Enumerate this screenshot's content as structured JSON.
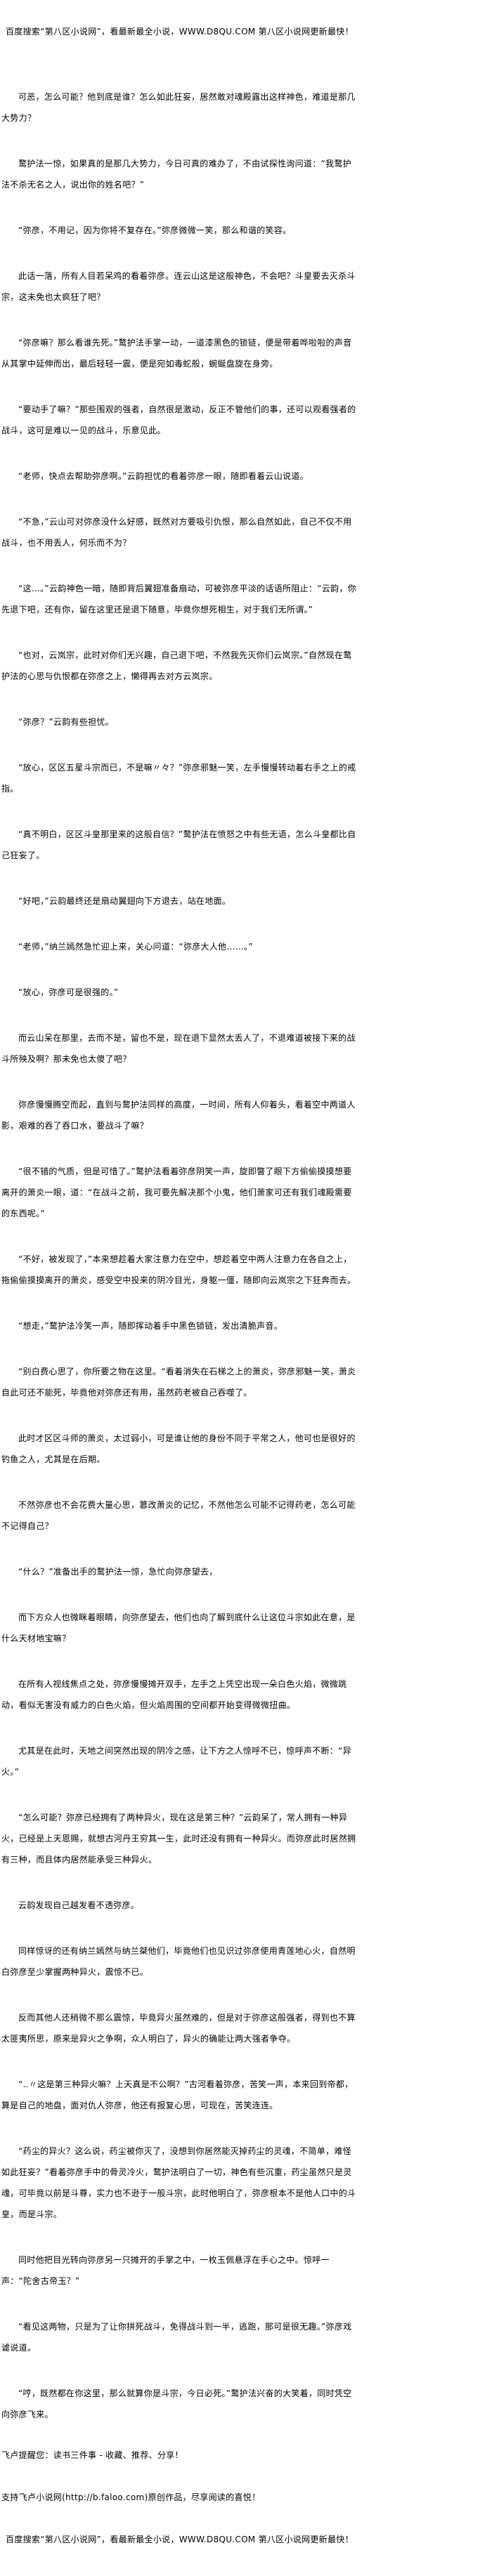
{
  "banner_top": "百度搜索“第八区小说网”，看最新最全小说，WWW.D8QU.COM  第八区小说网更新最快！",
  "paragraphs": [
    "可恶，怎么可能？他到底是谁？怎么如此狂妄，居然敢对魂殿露出这样神色，难道是那几大势力？",
    "鹜护法一惊，如果真的是那几大势力，今日可真的难办了，不由试探性询问道：“我鹜护法不杀无名之人，说出你的姓名吧？”",
    "“弥彦，不用记，因为你将不复存在。”弥彦微微一笑，那么和谐的笑容。",
    "此话一落，所有人目若呆鸡的看着弥彦。连云山这是这般神色，不会吧？斗皇要去灭杀斗宗，这未免也太疯狂了吧？",
    "“弥彦嘛？那么看谁先死。”鹜护法手掌一动，一道漆黑色的锁链，便是带着哗啦啦的声音从其掌中延伸而出，最后轻轻一震，便是宛如毒蛇般，蜿蜒盘旋在身旁。",
    "“要动手了嘛？”那些围观的强者，自然很是激动，反正不管他们的事，还可以观看强者的战斗，这可是难以一见的战斗，乐意见此。",
    "“老师，快点去帮助弥彦啊。”云韵担忧的看着弥彦一眼，随即看着云山说道。",
    "“不急，”云山可对弥彦没什么好感，既然对方要吸引仇恨，那么自然如此，自己不仅不用战斗，也不用丢人，何乐而不为？",
    "“这…。”云韵神色一暗，随即背后翼翅准备扇动，可被弥彦平淡的话语所阻止：“云韵，你先退下吧，还有你，留在这里还是退下随意，毕竟你想死相生，对于我们无所谓。”",
    "“也对，云岚宗，此时对你们无兴趣，自己退下吧，不然我先灭你们云岚宗。”自然现在鹜护法的心思与仇恨都在弥彦之上，懒得再去对方云岚宗。",
    "“弥彦？”云韵有些担忧。",
    "“放心，区区五星斗宗而已，不是嘛〃々？”弥彦邪魅一笑，左手慢慢转动着右手之上的戒指。",
    "“真不明白，区区斗皇那里来的这般自信？”鹜护法在愤怒之中有些无语，怎么斗皇都比自己狂妄了。",
    "“好吧，”云韵最终还是扇动翼翅向下方退去，站在地面。",
    "“老师，”纳兰嫣然急忙迎上来，关心问道：“弥彦大人他……。”",
    "“放心，弥彦可是很强的。”",
    "而云山呆在那里，去而不是，留也不是，现在退下显然太丢人了，不退难道被接下来的战斗所殃及啊？那未免也太傻了吧？",
    "弥彦慢慢腾空而起，直到与鹜护法同样的高度，一时间，所有人仰着头，看着空中两道人影，艰难的吞了吞口水，要战斗了嘛？",
    "“很不错的气质，但是可惜了。”鹜护法看着弥彦阴笑一声，旋即瞥了眼下方偷偷摸摸想要离开的萧炎一眼，道：“在战斗之前，我可要先解决那个小鬼，他们萧家可还有我们魂殿需要的东西呢。”",
    "“不好，被发现了，”本来想趁着大家注意力在空中，想趁着空中两人注意力在各自之上，拖偷偷摸摸离开的萧炎，感受空中投来的阴冷目光，身躯一僵，随即向云岚宗之下狂奔而去。",
    "“想走，”鹜护法冷笑一声，随即挥动着手中黑色锁链，发出清脆声音。",
    "“别白费心思了，你所要之物在这里。“看着消失在石梯之上的萧炎，弥彦邪魅一笑，萧炎自此可还不能死，毕竟他对弥彦还有用，虽然药老被自己吞噬了。",
    "此时才区区斗师的萧炎，太过弱小，可是谁让他的身份不同于平常之人，他可也是很好的钓鱼之人，尤其是在后期。",
    "不然弥彦也不会花费大量心思，篡改萧炎的记忆，不然他怎么可能不记得药老，怎么可能不记得自己？",
    "“什么？”准备出手的鹜护法一惊，急忙向弥彦望去，",
    "而下方众人也微眯着眼睛，向弥彦望去，他们也向了解到底什么让这位斗宗如此在意，是什么天材地宝嘛？",
    "在所有人视线焦点之处，弥彦慢慢摊开双手，左手之上凭空出现一朵白色火焰，微微跳动，看似无害没有威力的白色火焰，但火焰周围的空间都开始变得微微扭曲。",
    "尤其是在此时，天地之间突然出现的阴冷之感，让下方之人惊呼不已，惊呼声不断：“异火。”",
    "“怎么可能？弥彦已经拥有了两种异火，现在这是第三种？”云韵呆了，常人拥有一种异火，已经是上天恩赐，就想古河丹王穷其一生，此时还没有拥有一种异火。而弥彦此时居然拥有三种，而且体内居然能承受三种异火。",
    "云韵发现自己越发看不透弥彦。",
    "同样惊讶的还有纳兰嫣然与纳兰桀他们，毕竟他们也见识过弥彦使用青莲地心火，自然明白弥彦至少掌握两种异火，震惊不已。",
    "反而其他人还稍微不那么震惊，毕竟异火虽然难的，但是对于弥彦这般强者，得到也不算太匪夷所思，原来是异火之争啊，众人明白了，异火的确能让两大强者争夺。",
    "“‥〃这是第三种异火嘛？上天真是不公啊？”古河看着弥彦，苦笑一声，本来回到帝都，算是自己的地盘，面对仇人弥彦，他还有报复心思，可现在，苦笑连连。",
    "“药尘的异火？这么说，药尘被你灭了，没想到你居然能灭掉药尘的灵魂，不简单，难怪如此狂妄？”看着弥彦手中的骨灵冷火，鹜护法明白了一切，神色有些沉重，药尘虽然只是灵魂，可毕竟以前是斗尊，实力也不逊于一般斗宗，此时他明白了，弥彦根本不是他人口中的斗皇，而是斗宗。",
    "同时他把目光转向弥彦另一只摊开的手掌之中，一枚玉佩悬浮在手心之中。惊呼一声：“陀舍古帝玉？”",
    "“看见这两物，只是为了让你拼死战斗，免得战斗到一半，逃跑，那可是很无趣。”弥彦戏谑说道。",
    "“哼，既然都在你这里，那么就算你是斗宗，今日必死。”鹜护法兴奋的大笑着，同时凭空向弥彦飞来。"
  ],
  "footer": {
    "reminder": "飞卢提醒您：读书三件事 - 收藏、推荐、分享！",
    "support": "支持飞卢小说网(http://b.faloo.com)原创作品，尽享阅读的喜悦！",
    "banner_bottom": "百度搜索“第八区小说网”，看最新最全小说，WWW.D8QU.COM  第八区小说网更新最快！"
  }
}
